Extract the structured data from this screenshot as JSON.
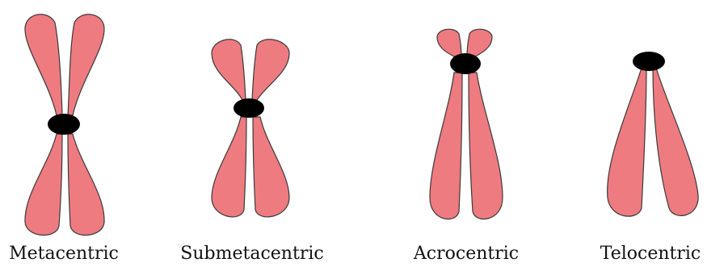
{
  "diagram": {
    "colors": {
      "chromosome_arm": "#ee7b80",
      "outline": "#3a3a3a",
      "centromere": "#000000",
      "background": "#ffffff"
    },
    "chromosomes": [
      {
        "label": "Metacentric"
      },
      {
        "label": "Submetacentric"
      },
      {
        "label": "Acrocentric"
      },
      {
        "label": "Telocentric"
      }
    ]
  }
}
